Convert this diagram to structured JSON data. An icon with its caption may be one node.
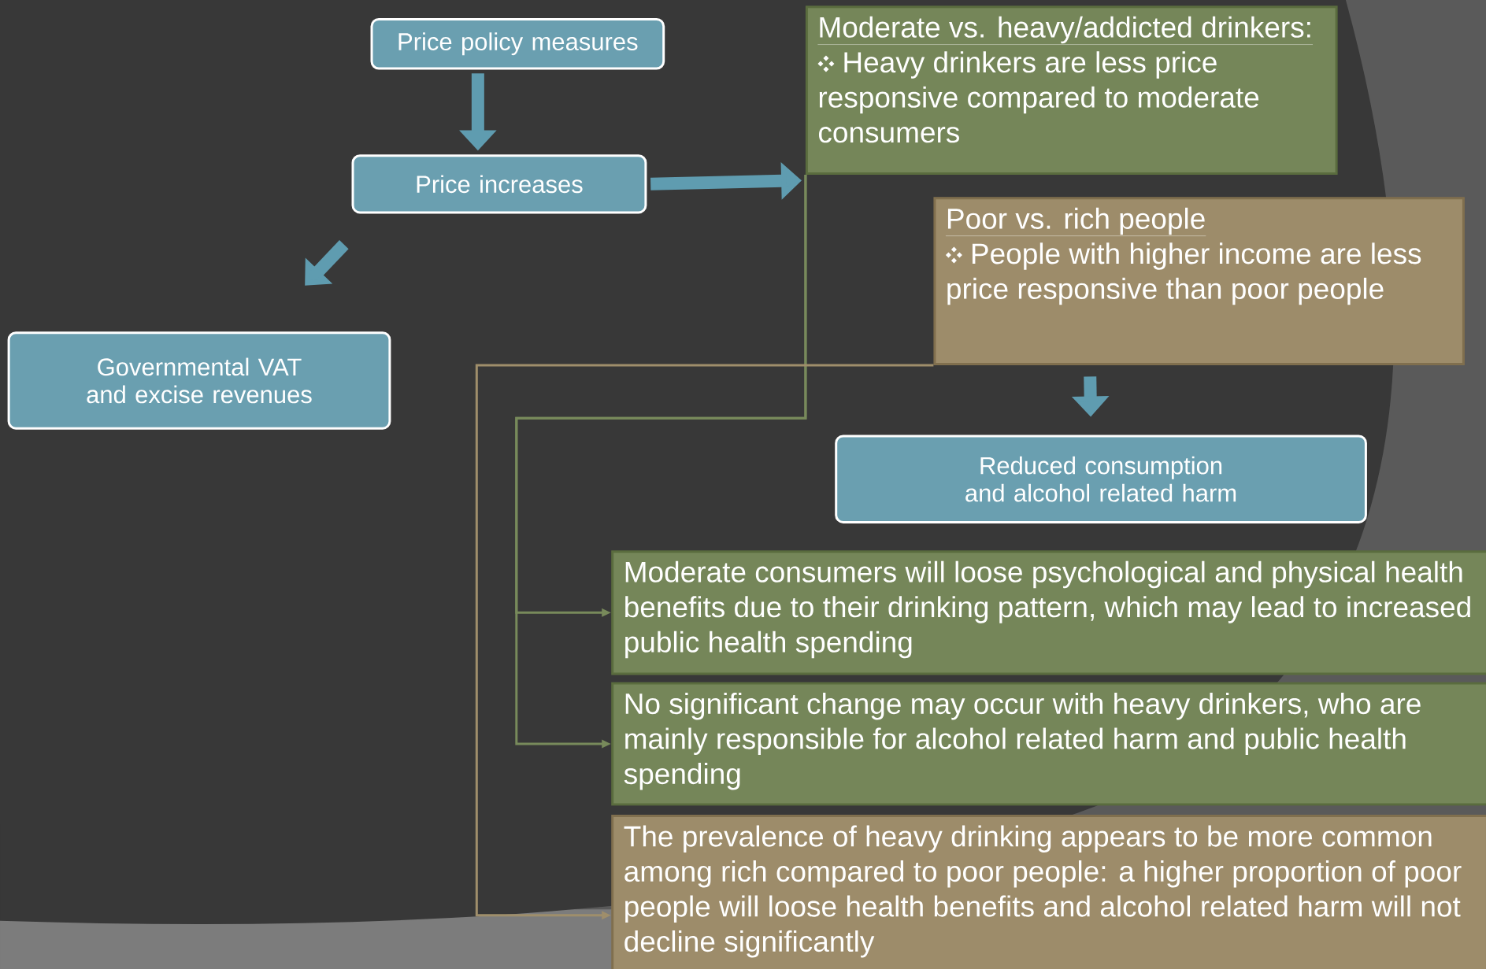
{
  "diagram": {
    "nodes": [
      {
        "text": [
          "Price policy measures"
        ]
      },
      {
        "text": [
          "Price increases"
        ]
      },
      {
        "text": [
          "Governmental VAT and excise revenues"
        ]
      },
      {
        "text": [
          "Moderate vs. heavy/addicted drinkers:",
          "Heavy drinkers are less price responsive compared to moderate consumers"
        ]
      },
      {
        "text": [
          "Poor vs. rich people",
          "People with higher income are less price responsive than poor people"
        ]
      },
      {
        "text": [
          "Reduced consumption and alcohol related harm"
        ]
      },
      {
        "text": [
          "Moderate consumers will loose psychological and physical health benefits due to their drinking pattern, which may lead to increased public health spending"
        ]
      },
      {
        "text": [
          "No significant change may occur with heavy drinkers, who are mainly responsible for alcohol related harm and public health spending"
        ]
      },
      {
        "text": [
          "The prevalence of heavy drinking appears to be more common among rich compared to poor people: a higher proportion of poor people will loose health benefits and alcohol related harm will not decline significantly"
        ]
      }
    ],
    "edges": [
      {
        "from": 0,
        "to": 1,
        "arrow": "to"
      },
      {
        "from": 1,
        "to": 3,
        "arrow": "to"
      },
      {
        "from": 1,
        "to": 2,
        "arrow": "to"
      },
      {
        "from": 4,
        "to": 5,
        "arrow": "to"
      },
      {
        "from": 3,
        "to": 6,
        "arrow": "to",
        "color": "#788a5b"
      },
      {
        "from": 3,
        "to": 7,
        "arrow": "to",
        "color": "#788a5b"
      },
      {
        "from": 4,
        "to": 8,
        "arrow": "to",
        "color": "#9f8e6b"
      }
    ]
  }
}
